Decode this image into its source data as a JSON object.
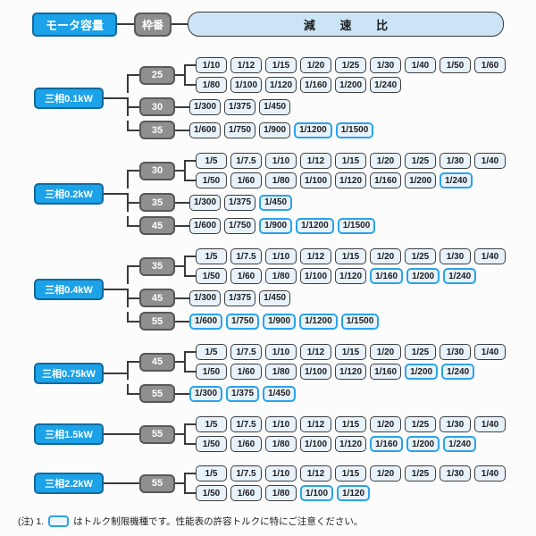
{
  "header": {
    "motor_capacity_label": "モータ容量",
    "frame_number_label": "枠番",
    "reduction_ratio_label": "減 速 比"
  },
  "colors": {
    "capacity_fill": "#1ba2e8",
    "capacity_border": "#11699c",
    "frame_fill": "#8f8f8f",
    "ratio_fill": "#e8f2fb",
    "ratio_border_normal": "#3e3e3e",
    "ratio_border_torque_limited": "#2aa3e9",
    "header_ratio_fill": "#cbe5f7",
    "connector_line": "#3b3b3b"
  },
  "sections": [
    {
      "capacity": "三相0.1kW",
      "groups": [
        {
          "frame": "25",
          "rows": [
            [
              {
                "r": "1/10",
                "tl": false
              },
              {
                "r": "1/12",
                "tl": false
              },
              {
                "r": "1/15",
                "tl": false
              },
              {
                "r": "1/20",
                "tl": false
              },
              {
                "r": "1/25",
                "tl": false
              },
              {
                "r": "1/30",
                "tl": false
              },
              {
                "r": "1/40",
                "tl": false
              },
              {
                "r": "1/50",
                "tl": false
              },
              {
                "r": "1/60",
                "tl": false
              }
            ],
            [
              {
                "r": "1/80",
                "tl": false
              },
              {
                "r": "1/100",
                "tl": false
              },
              {
                "r": "1/120",
                "tl": false
              },
              {
                "r": "1/160",
                "tl": false
              },
              {
                "r": "1/200",
                "tl": false
              },
              {
                "r": "1/240",
                "tl": false
              }
            ]
          ]
        },
        {
          "frame": "30",
          "rows": [
            [
              {
                "r": "1/300",
                "tl": false
              },
              {
                "r": "1/375",
                "tl": false
              },
              {
                "r": "1/450",
                "tl": false
              }
            ]
          ]
        },
        {
          "frame": "35",
          "rows": [
            [
              {
                "r": "1/600",
                "tl": false
              },
              {
                "r": "1/750",
                "tl": false
              },
              {
                "r": "1/900",
                "tl": false
              },
              {
                "r": "1/1200",
                "tl": true
              },
              {
                "r": "1/1500",
                "tl": true
              }
            ]
          ]
        }
      ]
    },
    {
      "capacity": "三相0.2kW",
      "groups": [
        {
          "frame": "30",
          "rows": [
            [
              {
                "r": "1/5",
                "tl": false
              },
              {
                "r": "1/7.5",
                "tl": false
              },
              {
                "r": "1/10",
                "tl": false
              },
              {
                "r": "1/12",
                "tl": false
              },
              {
                "r": "1/15",
                "tl": false
              },
              {
                "r": "1/20",
                "tl": false
              },
              {
                "r": "1/25",
                "tl": false
              },
              {
                "r": "1/30",
                "tl": false
              },
              {
                "r": "1/40",
                "tl": false
              }
            ],
            [
              {
                "r": "1/50",
                "tl": false
              },
              {
                "r": "1/60",
                "tl": false
              },
              {
                "r": "1/80",
                "tl": false
              },
              {
                "r": "1/100",
                "tl": false
              },
              {
                "r": "1/120",
                "tl": false
              },
              {
                "r": "1/160",
                "tl": false
              },
              {
                "r": "1/200",
                "tl": false
              },
              {
                "r": "1/240",
                "tl": true
              }
            ]
          ]
        },
        {
          "frame": "35",
          "rows": [
            [
              {
                "r": "1/300",
                "tl": false
              },
              {
                "r": "1/375",
                "tl": false
              },
              {
                "r": "1/450",
                "tl": true
              }
            ]
          ]
        },
        {
          "frame": "45",
          "rows": [
            [
              {
                "r": "1/600",
                "tl": false
              },
              {
                "r": "1/750",
                "tl": false
              },
              {
                "r": "1/900",
                "tl": true
              },
              {
                "r": "1/1200",
                "tl": true
              },
              {
                "r": "1/1500",
                "tl": true
              }
            ]
          ]
        }
      ]
    },
    {
      "capacity": "三相0.4kW",
      "groups": [
        {
          "frame": "35",
          "rows": [
            [
              {
                "r": "1/5",
                "tl": false
              },
              {
                "r": "1/7.5",
                "tl": false
              },
              {
                "r": "1/10",
                "tl": false
              },
              {
                "r": "1/12",
                "tl": false
              },
              {
                "r": "1/15",
                "tl": false
              },
              {
                "r": "1/20",
                "tl": false
              },
              {
                "r": "1/25",
                "tl": false
              },
              {
                "r": "1/30",
                "tl": false
              },
              {
                "r": "1/40",
                "tl": false
              }
            ],
            [
              {
                "r": "1/50",
                "tl": false
              },
              {
                "r": "1/60",
                "tl": false
              },
              {
                "r": "1/80",
                "tl": false
              },
              {
                "r": "1/100",
                "tl": false
              },
              {
                "r": "1/120",
                "tl": false
              },
              {
                "r": "1/160",
                "tl": true
              },
              {
                "r": "1/200",
                "tl": true
              },
              {
                "r": "1/240",
                "tl": true
              }
            ]
          ]
        },
        {
          "frame": "45",
          "rows": [
            [
              {
                "r": "1/300",
                "tl": false
              },
              {
                "r": "1/375",
                "tl": false
              },
              {
                "r": "1/450",
                "tl": false
              }
            ]
          ]
        },
        {
          "frame": "55",
          "rows": [
            [
              {
                "r": "1/600",
                "tl": true
              },
              {
                "r": "1/750",
                "tl": true
              },
              {
                "r": "1/900",
                "tl": true
              },
              {
                "r": "1/1200",
                "tl": true
              },
              {
                "r": "1/1500",
                "tl": true
              }
            ]
          ]
        }
      ]
    },
    {
      "capacity": "三相0.75kW",
      "groups": [
        {
          "frame": "45",
          "rows": [
            [
              {
                "r": "1/5",
                "tl": false
              },
              {
                "r": "1/7.5",
                "tl": false
              },
              {
                "r": "1/10",
                "tl": false
              },
              {
                "r": "1/12",
                "tl": false
              },
              {
                "r": "1/15",
                "tl": false
              },
              {
                "r": "1/20",
                "tl": false
              },
              {
                "r": "1/25",
                "tl": false
              },
              {
                "r": "1/30",
                "tl": false
              },
              {
                "r": "1/40",
                "tl": false
              }
            ],
            [
              {
                "r": "1/50",
                "tl": false
              },
              {
                "r": "1/60",
                "tl": false
              },
              {
                "r": "1/80",
                "tl": false
              },
              {
                "r": "1/100",
                "tl": false
              },
              {
                "r": "1/120",
                "tl": false
              },
              {
                "r": "1/160",
                "tl": false
              },
              {
                "r": "1/200",
                "tl": true
              },
              {
                "r": "1/240",
                "tl": true
              }
            ]
          ]
        },
        {
          "frame": "55",
          "rows": [
            [
              {
                "r": "1/300",
                "tl": true
              },
              {
                "r": "1/375",
                "tl": true
              },
              {
                "r": "1/450",
                "tl": true
              }
            ]
          ]
        }
      ]
    },
    {
      "capacity": "三相1.5kW",
      "groups": [
        {
          "frame": "55",
          "rows": [
            [
              {
                "r": "1/5",
                "tl": false
              },
              {
                "r": "1/7.5",
                "tl": false
              },
              {
                "r": "1/10",
                "tl": false
              },
              {
                "r": "1/12",
                "tl": false
              },
              {
                "r": "1/15",
                "tl": false
              },
              {
                "r": "1/20",
                "tl": false
              },
              {
                "r": "1/25",
                "tl": false
              },
              {
                "r": "1/30",
                "tl": false
              },
              {
                "r": "1/40",
                "tl": false
              }
            ],
            [
              {
                "r": "1/50",
                "tl": false
              },
              {
                "r": "1/60",
                "tl": false
              },
              {
                "r": "1/80",
                "tl": false
              },
              {
                "r": "1/100",
                "tl": false
              },
              {
                "r": "1/120",
                "tl": false
              },
              {
                "r": "1/160",
                "tl": true
              },
              {
                "r": "1/200",
                "tl": true
              },
              {
                "r": "1/240",
                "tl": true
              }
            ]
          ]
        }
      ]
    },
    {
      "capacity": "三相2.2kW",
      "groups": [
        {
          "frame": "55",
          "rows": [
            [
              {
                "r": "1/5",
                "tl": false
              },
              {
                "r": "1/7.5",
                "tl": false
              },
              {
                "r": "1/10",
                "tl": false
              },
              {
                "r": "1/12",
                "tl": false
              },
              {
                "r": "1/15",
                "tl": false
              },
              {
                "r": "1/20",
                "tl": false
              },
              {
                "r": "1/25",
                "tl": false
              },
              {
                "r": "1/30",
                "tl": false
              },
              {
                "r": "1/40",
                "tl": false
              }
            ],
            [
              {
                "r": "1/50",
                "tl": false
              },
              {
                "r": "1/60",
                "tl": false
              },
              {
                "r": "1/80",
                "tl": false
              },
              {
                "r": "1/100",
                "tl": true
              },
              {
                "r": "1/120",
                "tl": true
              }
            ]
          ]
        }
      ]
    }
  ],
  "note": {
    "prefix": "(注) 1.",
    "suffix": "はトルク制限機種です。性能表の許容トルクに特にご注意ください。"
  }
}
